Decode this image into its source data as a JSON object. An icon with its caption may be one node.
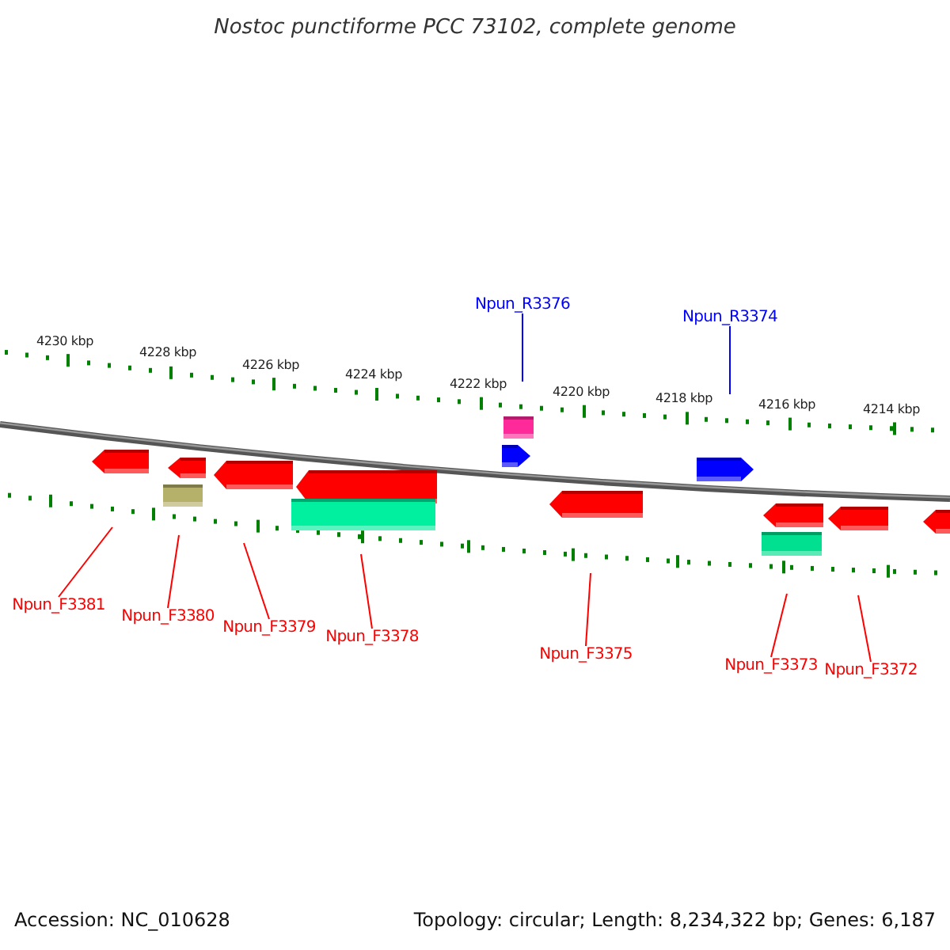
{
  "diagram": {
    "title": "Nostoc punctiforme PCC 73102, complete genome",
    "nodes": [
      {
        "text": [
          "Npun_R3376"
        ]
      },
      {
        "text": [
          "Npun_R3374"
        ]
      },
      {
        "text": [
          "Npun_F3381"
        ]
      },
      {
        "text": [
          "Npun_F3380"
        ]
      },
      {
        "text": [
          "Npun_F3379"
        ]
      },
      {
        "text": [
          "Npun_F3378"
        ]
      },
      {
        "text": [
          "Npun_F3375"
        ]
      },
      {
        "text": [
          "Npun_F3373"
        ]
      },
      {
        "text": [
          "Npun_F3372"
        ]
      }
    ],
    "edges": [
      {
        "from": 0,
        "to": null,
        "arrow": "none",
        "color": "#0000ff"
      },
      {
        "from": 1,
        "to": null,
        "arrow": "none",
        "color": "#0000ff"
      },
      {
        "from": 2,
        "to": null,
        "arrow": "none"
      },
      {
        "from": 3,
        "to": null,
        "arrow": "none"
      },
      {
        "from": 4,
        "to": null,
        "arrow": "none"
      },
      {
        "from": 5,
        "to": null,
        "arrow": "none"
      },
      {
        "from": 6,
        "to": null,
        "arrow": "none"
      },
      {
        "from": 7,
        "to": null,
        "arrow": "none"
      },
      {
        "from": 8,
        "to": null,
        "arrow": "none"
      }
    ],
    "labels": [
      "4230 kbp",
      "4228 kbp",
      "4226 kbp",
      "4224 kbp",
      "4222 kbp",
      "4220 kbp",
      "4218 kbp",
      "4216 kbp",
      "4214 kbp",
      "Accession: NC_010628",
      "Topology: circular; Length: 8,234,322 bp; Genes: 6,187"
    ]
  }
}
